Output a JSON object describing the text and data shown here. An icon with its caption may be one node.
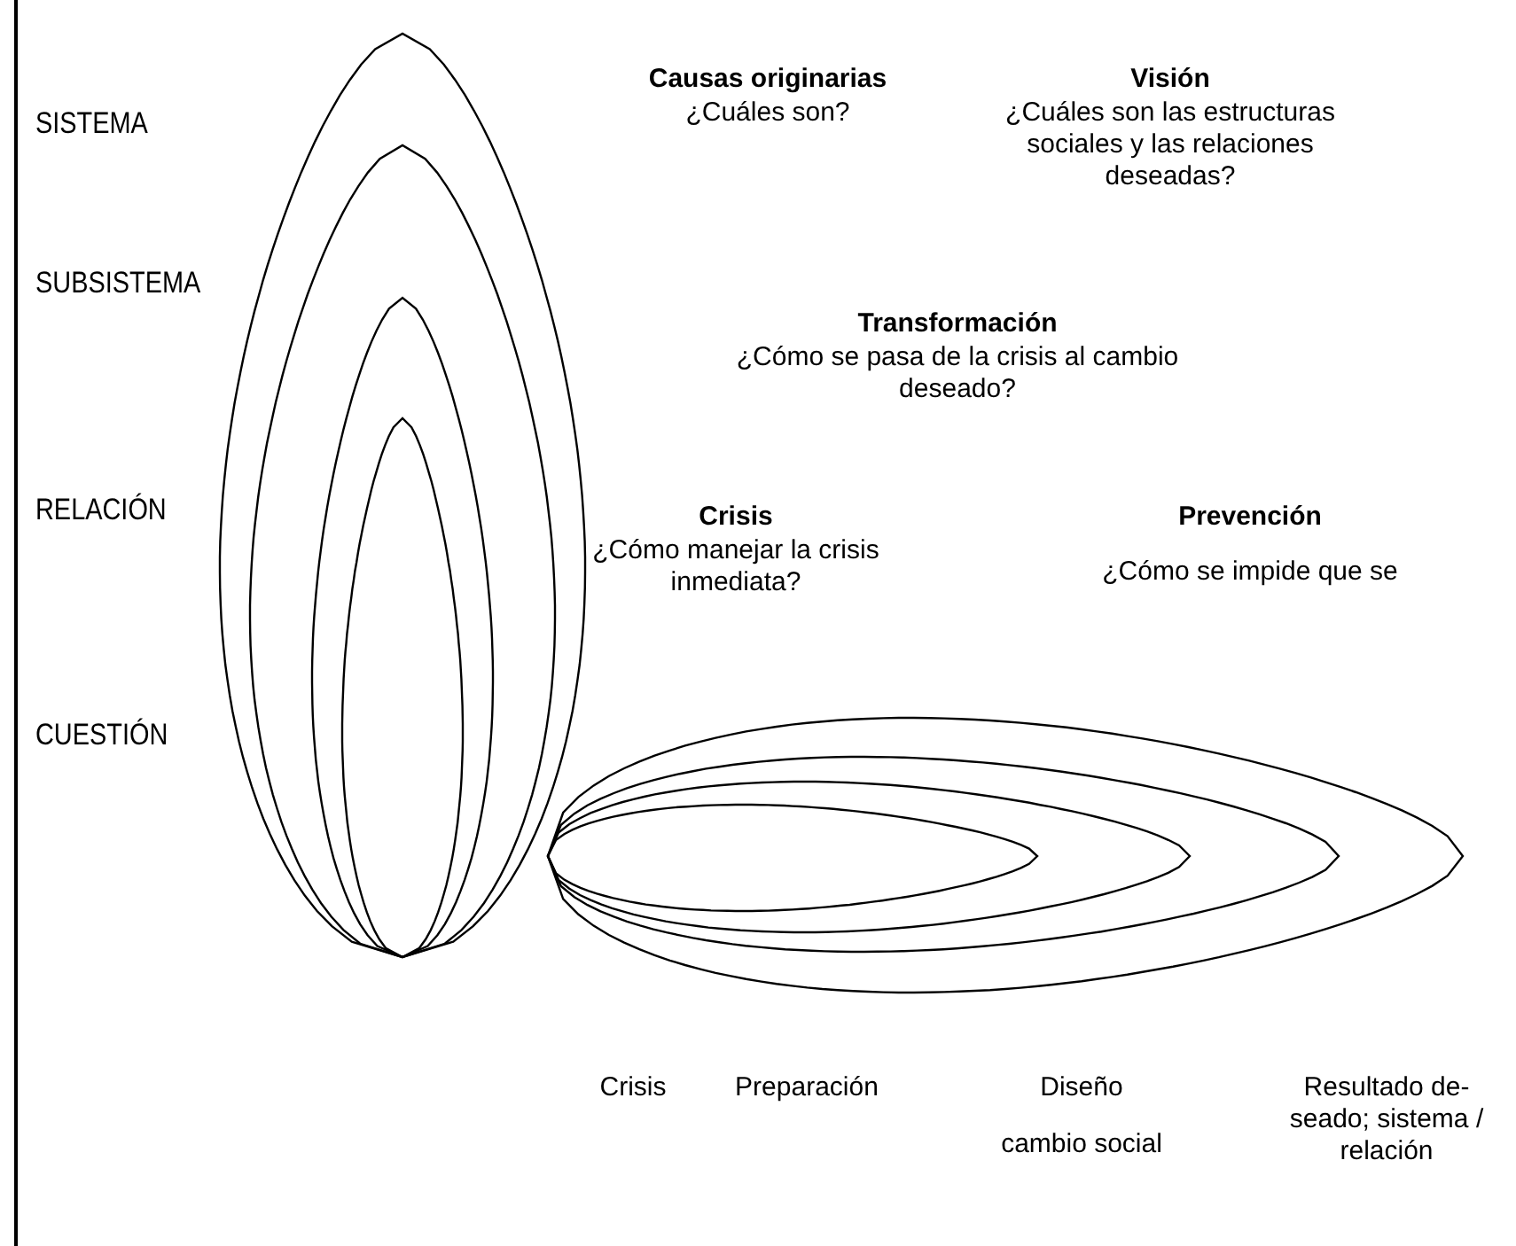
{
  "diagram": {
    "labels": [
      "SISTEMA",
      "Causas originarias",
      "¿Cuáles son?",
      "Visión",
      "¿Cuáles son las estructuras sociales y las relaciones deseadas?",
      "SUBSISTEMA",
      "Transformación",
      "¿Cómo se pasa de la crisis al cambio deseado?",
      "RELACIÓN",
      "Crisis",
      "¿Cómo manejar la crisis inmediata?",
      "Prevención",
      "¿Cómo se impide que se",
      "CUESTIÓN",
      "Crisis",
      "Preparación",
      "Diseño",
      "Resultado de- seado; sistema / relación",
      "cambio social"
    ]
  }
}
